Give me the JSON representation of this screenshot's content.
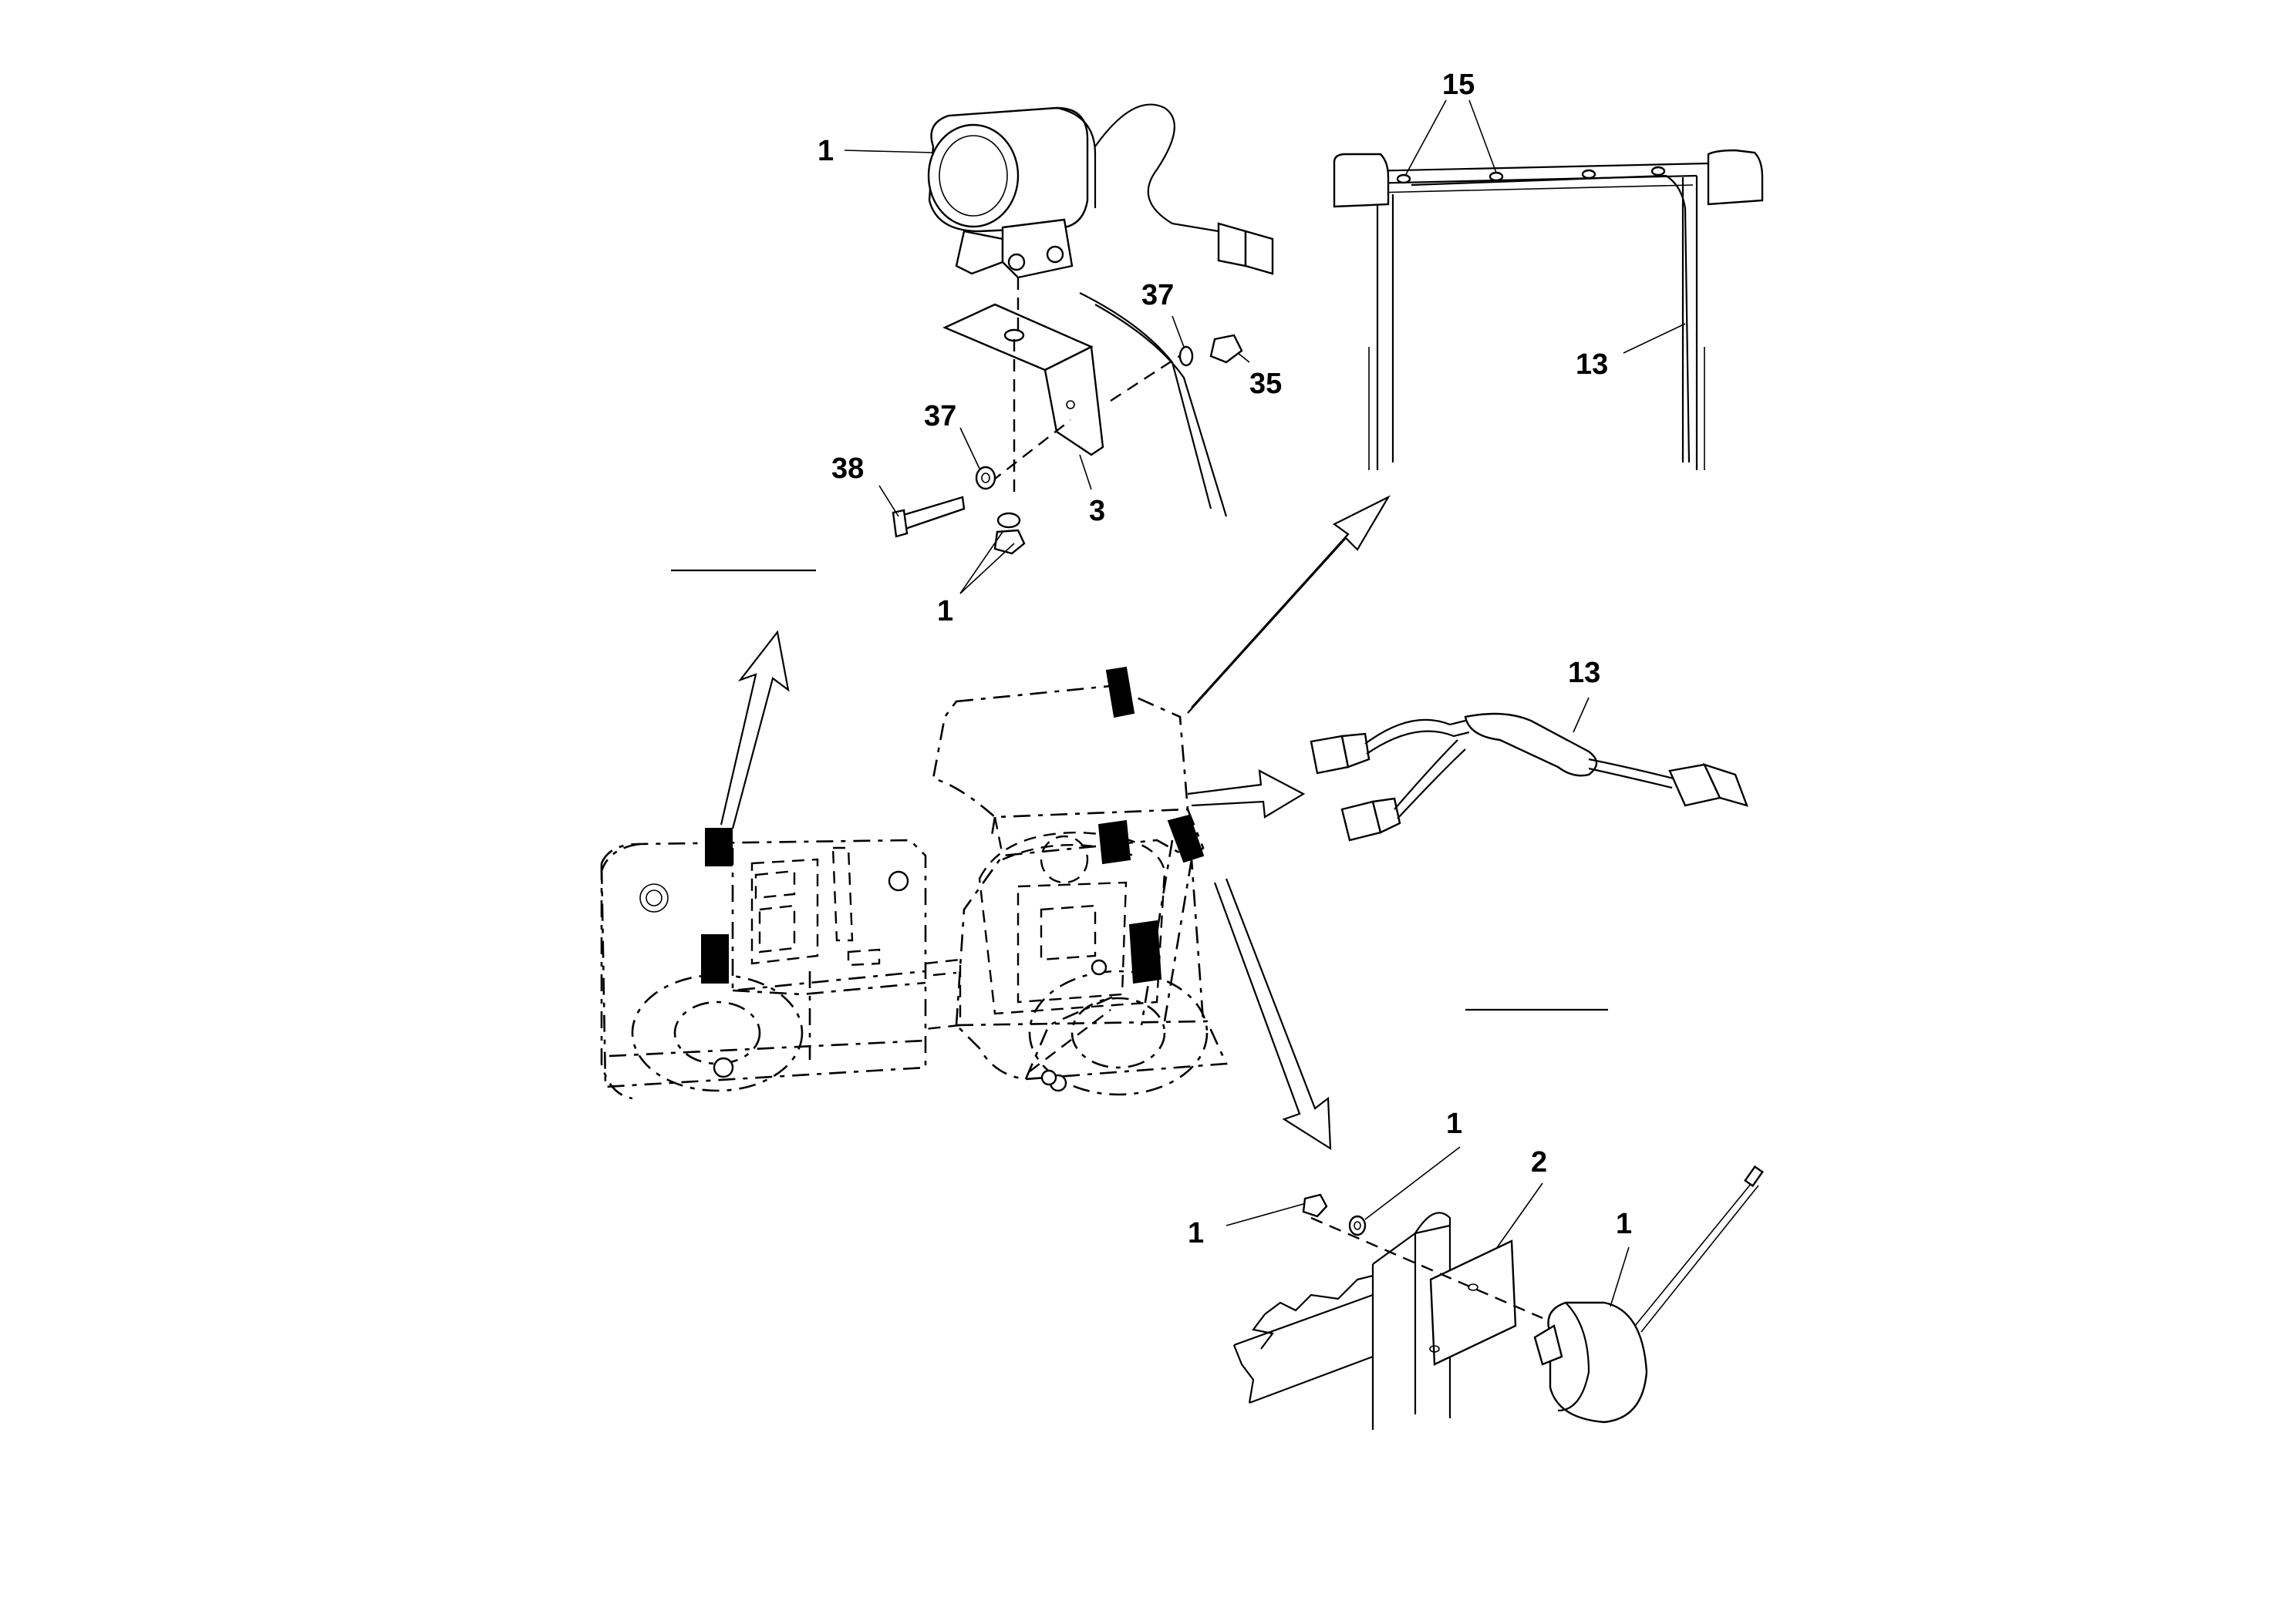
{
  "diagram": {
    "callouts": {
      "worklight_main": "1",
      "washer_top_37": "37",
      "nut_35": "35",
      "washer_left_37": "37",
      "bolt_38": "38",
      "bracket_3": "3",
      "nut_lower_1": "1",
      "rops_screws_15": "15",
      "rops_cable_13": "13",
      "harness_13": "13",
      "nut_bottom_1": "1",
      "washer_bottom_1": "1",
      "plate_2": "2",
      "beacon_1": "1"
    }
  }
}
